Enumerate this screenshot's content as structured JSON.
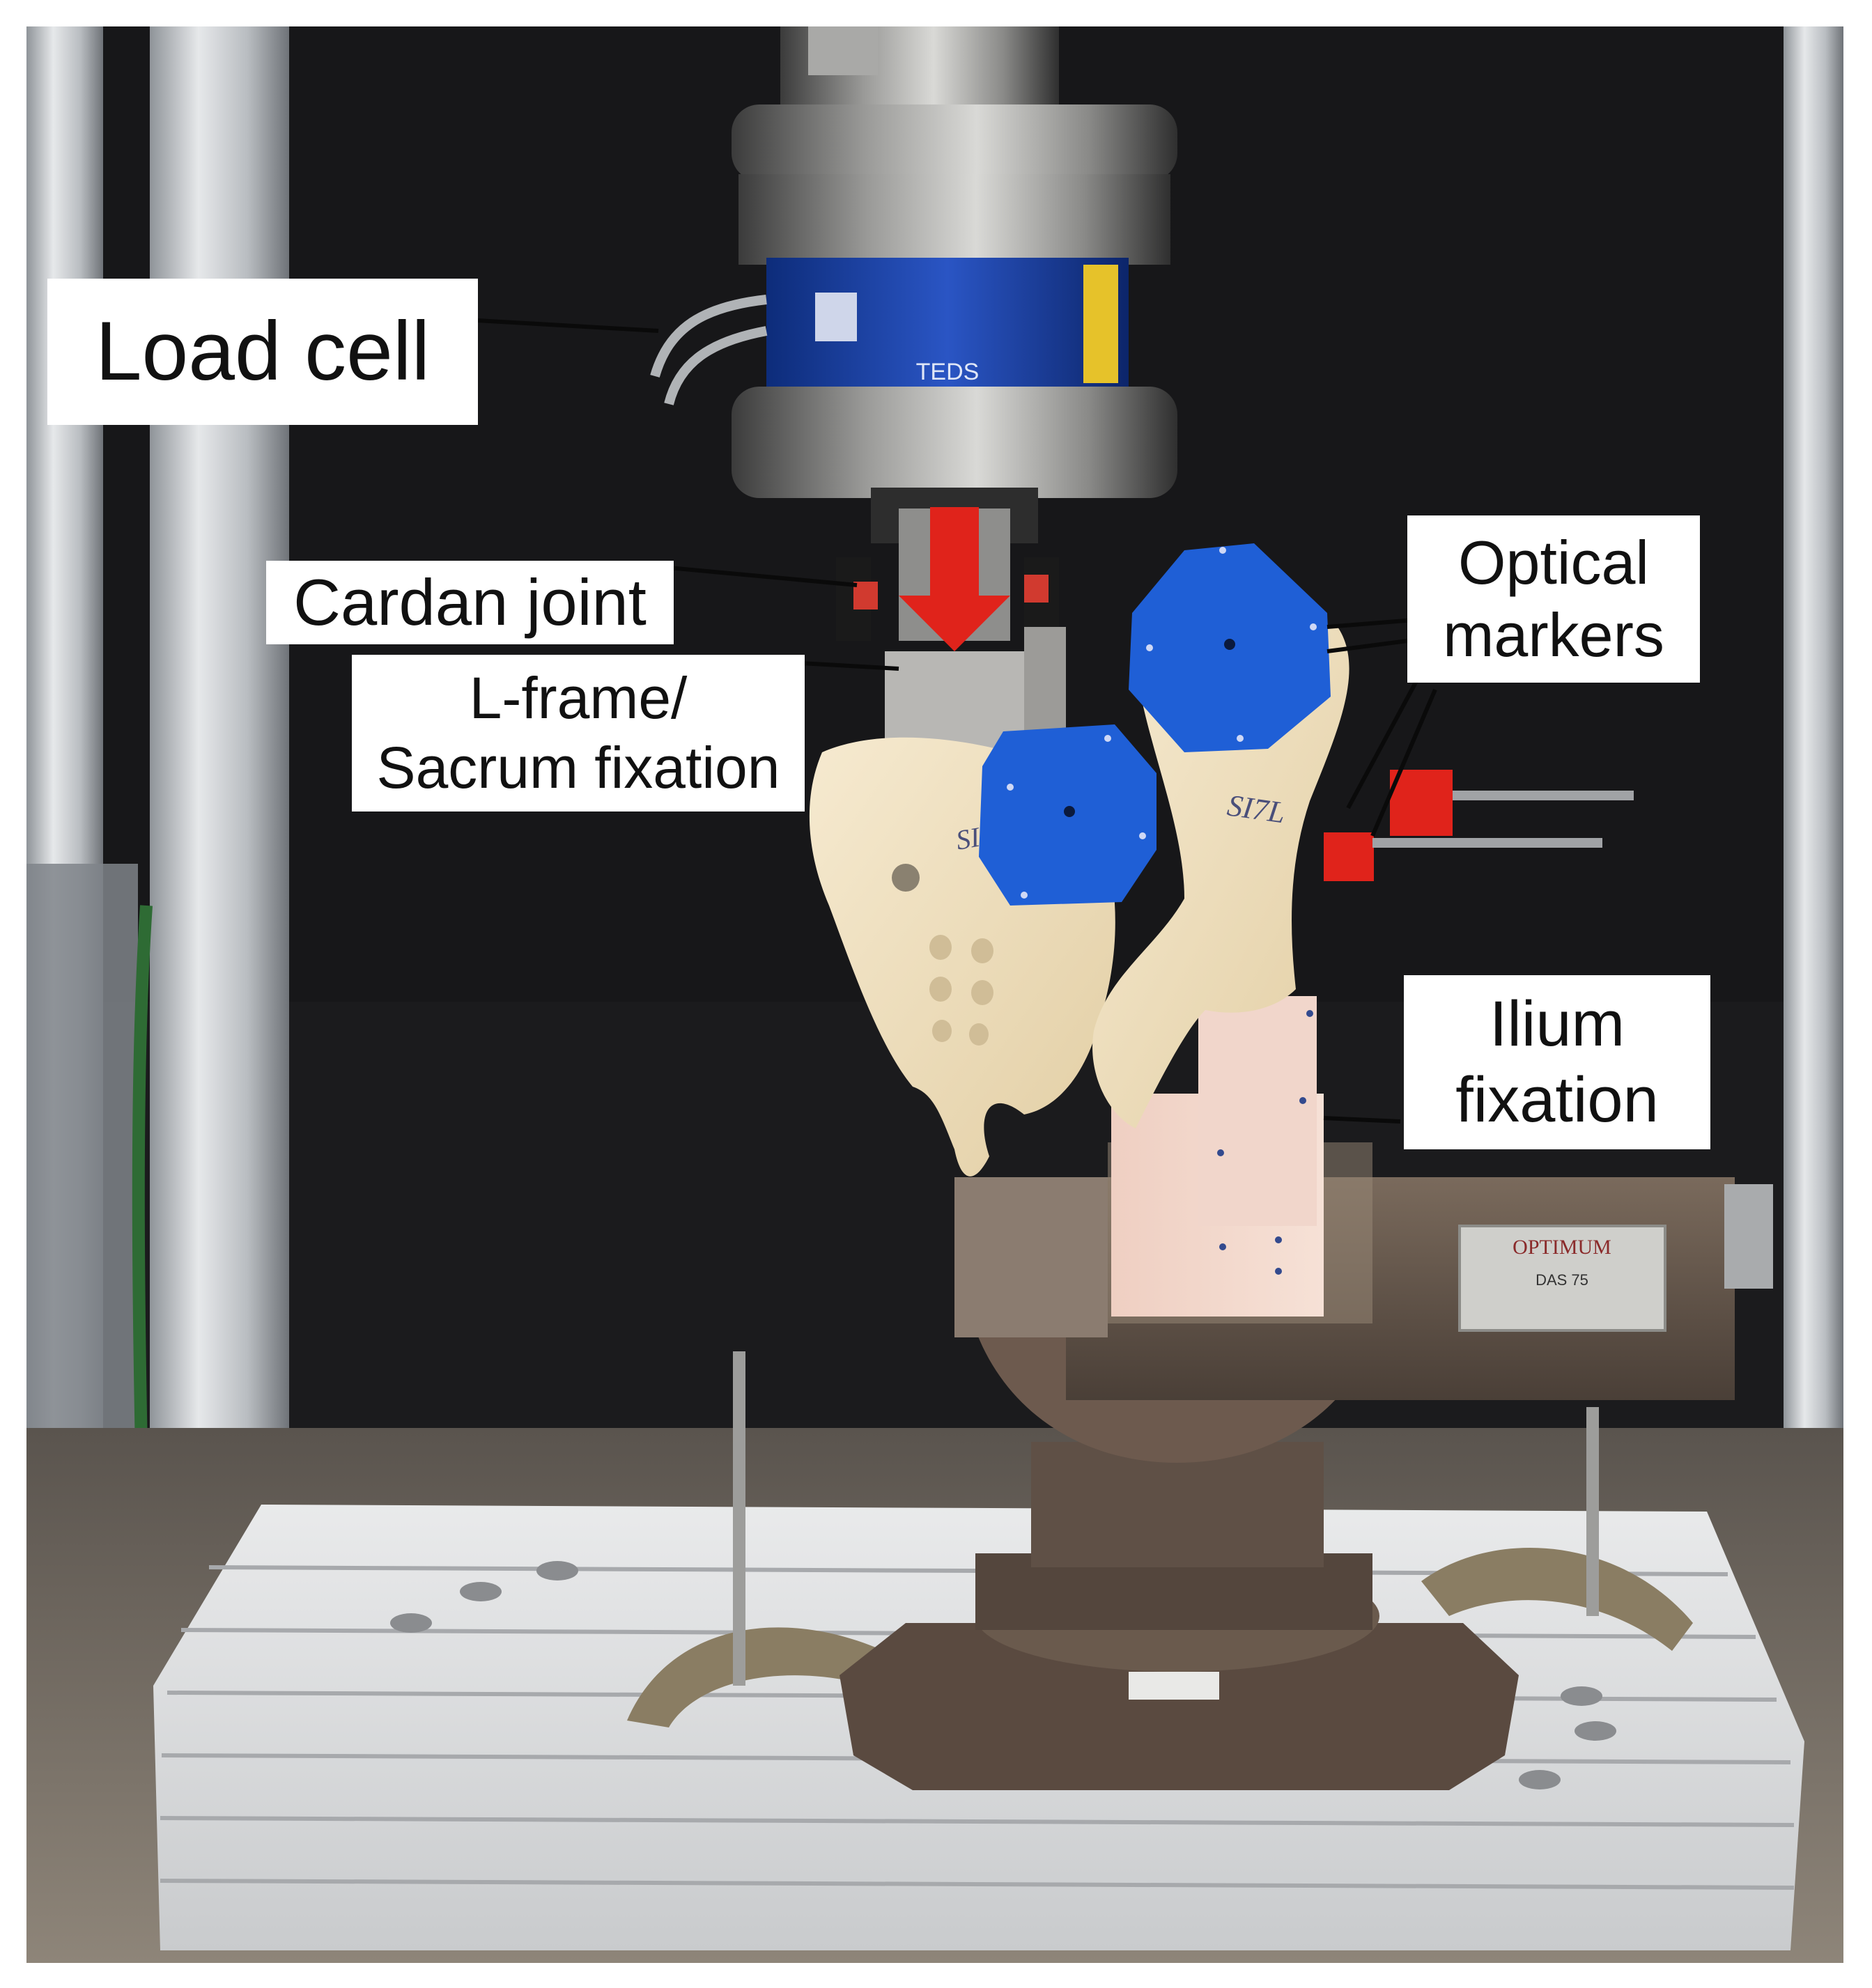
{
  "figure": {
    "labels": {
      "load_cell": "Load cell",
      "cardan_joint": "Cardan joint",
      "l_frame_line1": "L-frame/",
      "l_frame_line2": "Sacrum fixation",
      "optical_line1": "Optical",
      "optical_line2": "markers",
      "ilium_line1": "Ilium",
      "ilium_line2": "fixation"
    },
    "vise_plate": {
      "brand": "OPTIMUM",
      "model": "DAS 75"
    },
    "load_cell_text": "TEDS",
    "specimen_marking": "SI7L"
  }
}
